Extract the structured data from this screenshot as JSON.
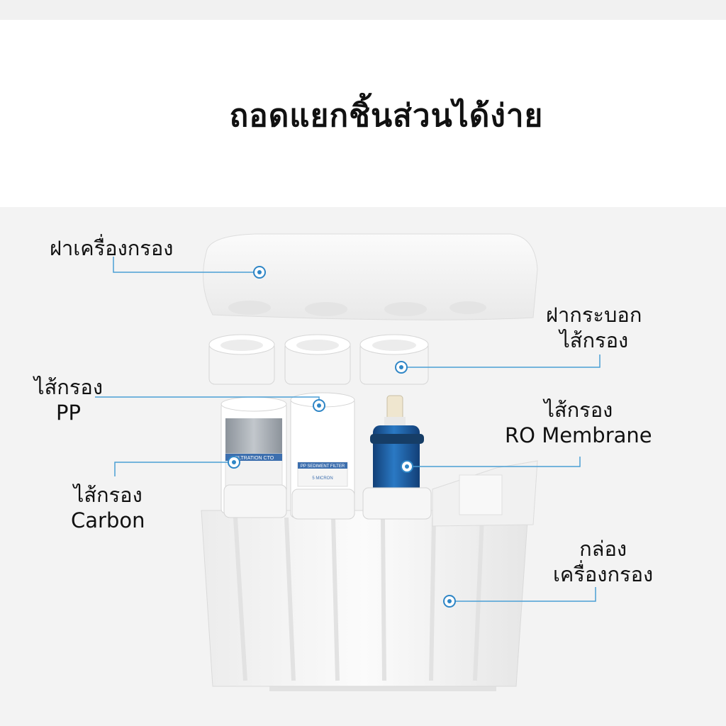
{
  "heading": "ถอดแยกชิ้นส่วนได้ง่าย",
  "parts": [
    {
      "id": "cover",
      "lines": [
        "ฝาเครื่องกรอง"
      ]
    },
    {
      "id": "cartridge-caps",
      "lines": [
        "ฝากระบอก",
        "ไส้กรอง"
      ]
    },
    {
      "id": "pp-filter",
      "lines": [
        "ไส้กรอง",
        "PP"
      ]
    },
    {
      "id": "ro-membrane",
      "lines": [
        "ไส้กรอง",
        "RO Membrane"
      ]
    },
    {
      "id": "carbon-filter",
      "lines": [
        "ไส้กรอง",
        "Carbon"
      ]
    },
    {
      "id": "housing",
      "lines": [
        "กล่อง",
        "เครื่องกรอง"
      ]
    }
  ],
  "filter_labels": {
    "carbon": "FILTRATION CTO",
    "pp": "PP SEDIMENT FILTER",
    "pp_micron": "5 MICRON"
  },
  "colors": {
    "leader_line": "#4b9fd5",
    "marker_ring": "#2f86c6",
    "membrane": "#1d5fa8",
    "carbon_block": "#9ea5ad"
  }
}
